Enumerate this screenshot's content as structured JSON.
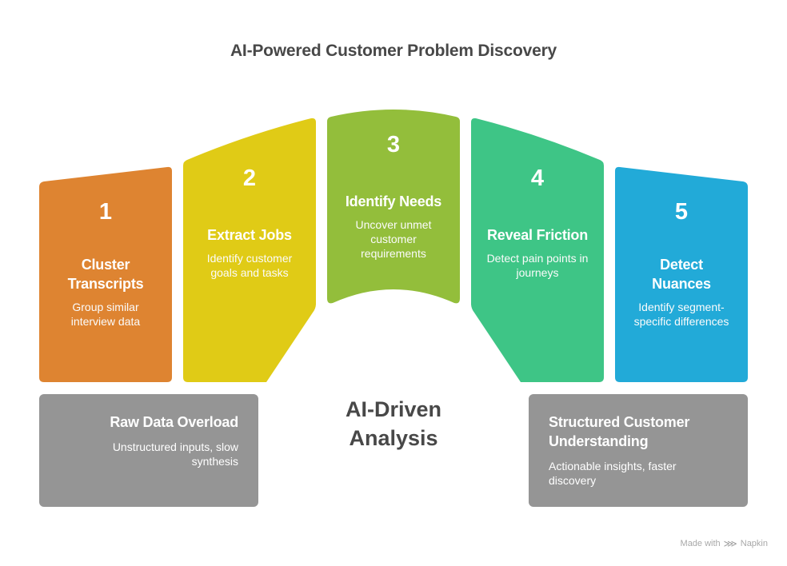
{
  "title": "AI-Powered Customer Problem Discovery",
  "steps": [
    {
      "number": "1",
      "title": "Cluster Transcripts",
      "description": "Group similar interview data",
      "color": "#DE8431"
    },
    {
      "number": "2",
      "title": "Extract Jobs",
      "description": "Identify customer goals and tasks",
      "color": "#E0CB16"
    },
    {
      "number": "3",
      "title": "Identify Needs",
      "description": "Uncover unmet customer requirements",
      "color": "#93BE3B"
    },
    {
      "number": "4",
      "title": "Reveal Friction",
      "description": "Detect pain points in journeys",
      "color": "#3EC586"
    },
    {
      "number": "5",
      "title": "Detect Nuances",
      "description": "Identify segment-specific differences",
      "color": "#22AAD8"
    }
  ],
  "start_state": {
    "title": "Raw Data Overload",
    "description": "Unstructured inputs, slow synthesis",
    "color": "#959595"
  },
  "end_state": {
    "title": "Structured Customer Understanding",
    "description": "Actionable insights, faster discovery",
    "color": "#959595"
  },
  "center_label": "AI-Driven Analysis",
  "watermark": {
    "prefix": "Made with",
    "brand": "Napkin",
    "icon": "napkin-logo-icon"
  }
}
